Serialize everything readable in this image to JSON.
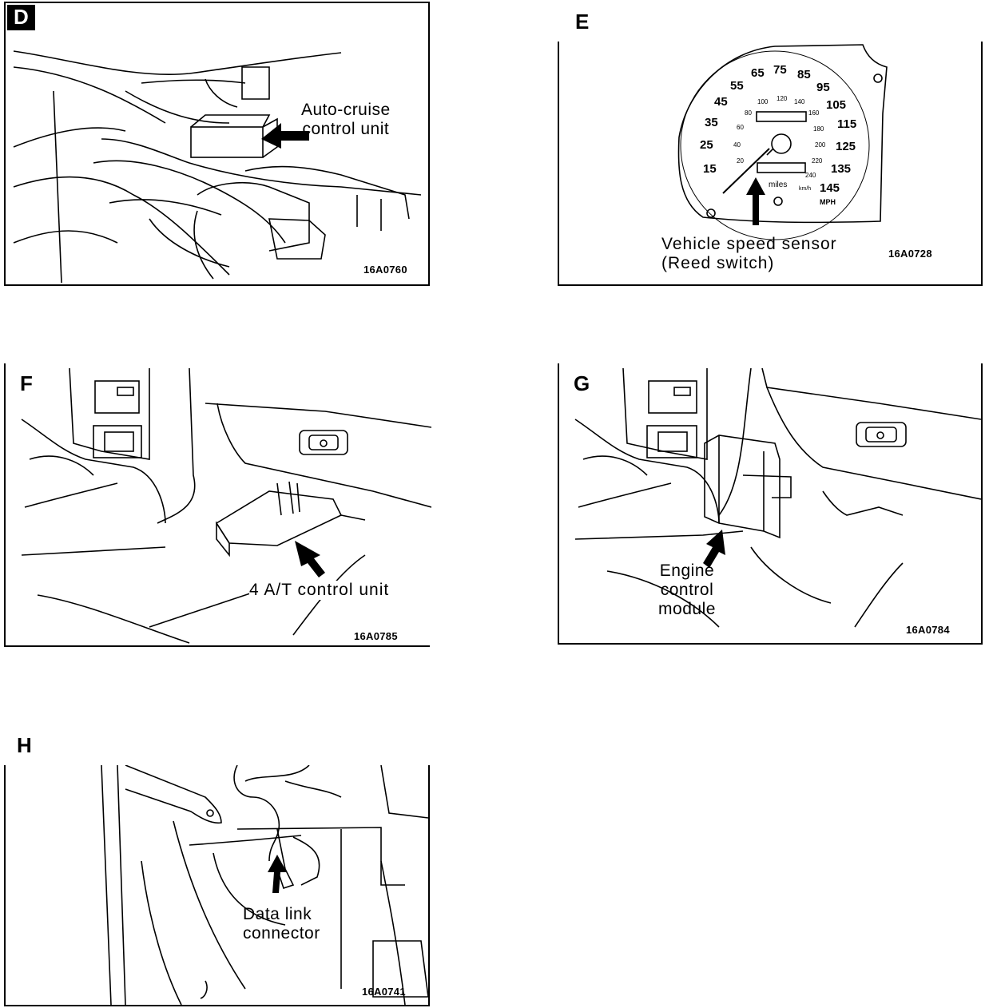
{
  "panels": {
    "d": {
      "letter": "D",
      "caption": [
        "Auto-cruise",
        "control unit"
      ],
      "code": "16A0760"
    },
    "e": {
      "letter": "E",
      "caption": [
        "Vehicle speed sensor",
        "(Reed switch)"
      ],
      "code": "16A0728",
      "speedo": {
        "mph_labels": [
          "15",
          "25",
          "35",
          "45",
          "55",
          "65",
          "75",
          "85",
          "95",
          "105",
          "115",
          "125",
          "135",
          "145"
        ],
        "kmh_labels": [
          "20",
          "40",
          "60",
          "80",
          "100",
          "120",
          "140",
          "160",
          "180",
          "200",
          "220",
          "240"
        ],
        "unit_miles": "miles",
        "unit_kmh": "km/h",
        "unit_mph": "MPH"
      }
    },
    "f": {
      "letter": "F",
      "caption": [
        "4 A/T control unit"
      ],
      "code": "16A0785"
    },
    "g": {
      "letter": "G",
      "caption": [
        "Engine",
        "control",
        "module"
      ],
      "code": "16A0784"
    },
    "h": {
      "letter": "H",
      "caption": [
        "Data link",
        "connector"
      ],
      "code": "16A0741"
    }
  },
  "colors": {
    "ink": "#000000",
    "paper": "#ffffff"
  }
}
